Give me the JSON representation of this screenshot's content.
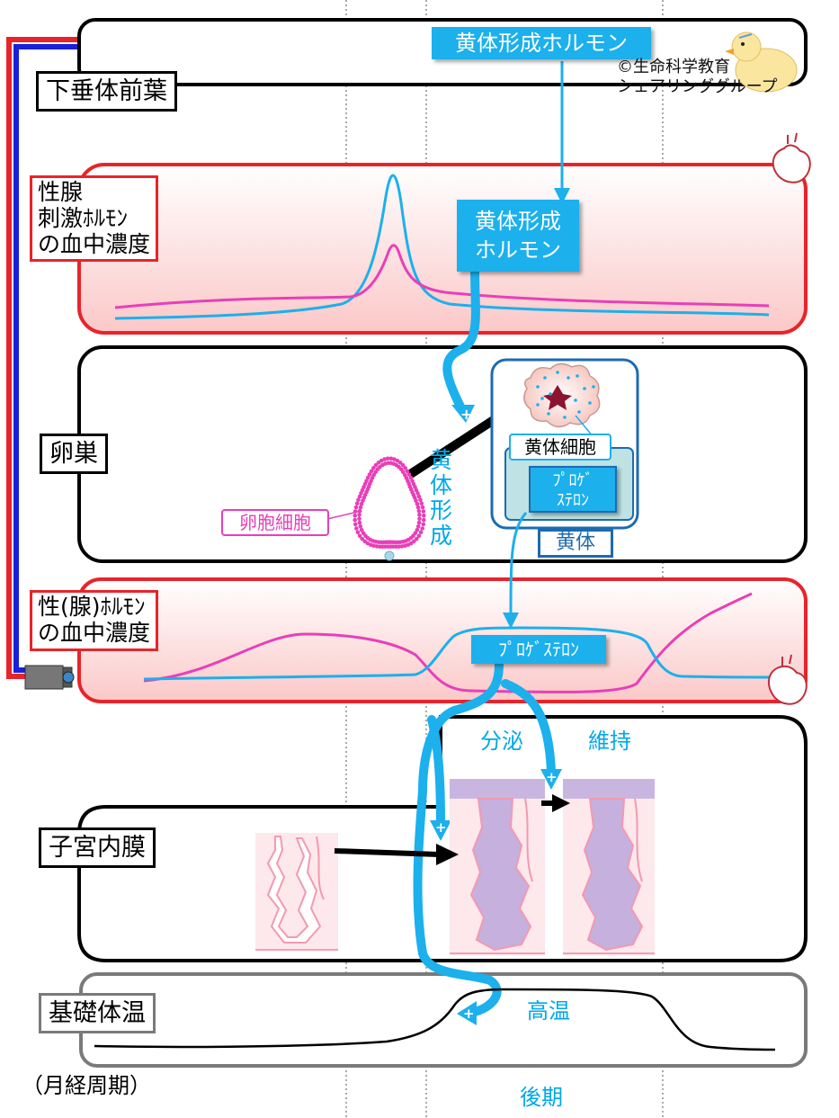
{
  "labels": {
    "pituitary": "下垂体前葉",
    "gonadotropin": "性腺\n刺激ﾎﾙﾓﾝ\nの血中濃度",
    "ovary": "卵巣",
    "sex_hormone": "性(腺)ﾎﾙﾓﾝ\nの血中濃度",
    "endometrium": "子宮内膜",
    "basal_temp": "基礎体温",
    "cycle": "（月経周期）"
  },
  "pituitary_box": {
    "lh": "黄体形成ホルモン"
  },
  "copyright": "©生命科学教育\nシェアリンググループ",
  "gonad_box": {
    "lh": "黄体形成\nホルモン"
  },
  "ovary": {
    "luteinization": "黄体\n形成",
    "oocyte": "卵胞細胞",
    "luteal_cell": "黄体細胞",
    "progesterone": "ﾌﾟﾛｹﾞ\nｽﾃﾛﾝ",
    "corpus_luteum": "黄体"
  },
  "sex_box": {
    "progesterone": "ﾌﾟﾛｹﾞｽﾃﾛﾝ"
  },
  "endometrium": {
    "secretion": "分泌",
    "maintain": "維持"
  },
  "temp": {
    "high": "高温"
  },
  "phase": {
    "late": "後期"
  },
  "colors": {
    "blue": "#1cb0ec",
    "pink": "#e83fb8",
    "red": "#e8242b",
    "black": "#000000",
    "gray": "#7a7a7a"
  }
}
